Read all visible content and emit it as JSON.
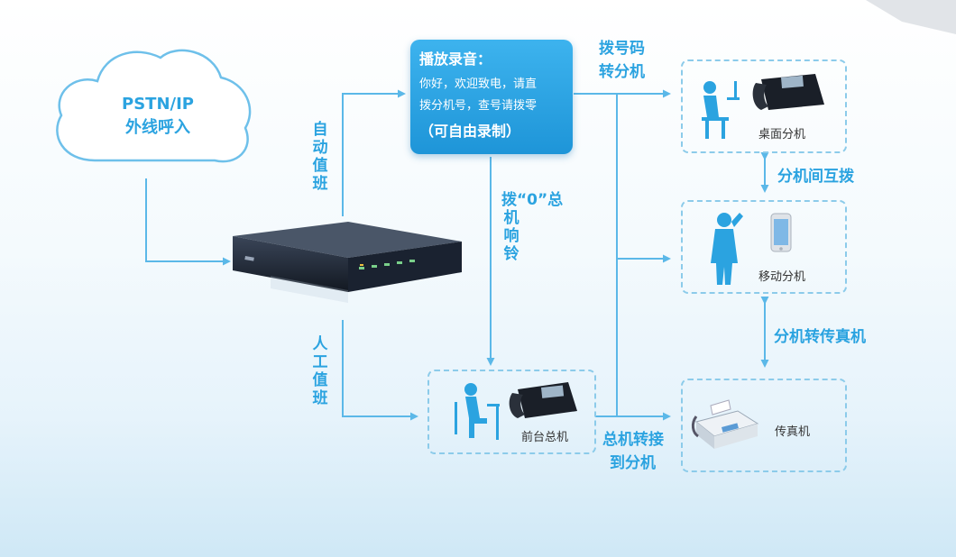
{
  "cloud": {
    "line1": "PSTN/IP",
    "line2": "外线呼入"
  },
  "prompt": {
    "title": "播放录音：",
    "line1": "你好，欢迎致电，请直",
    "line2": "拨分机号，查号请拨零",
    "line3": "（可自由录制）"
  },
  "labels": {
    "auto_attendant": "自动值班",
    "manual_attendant": "人工值班",
    "dial_zero": "拨“0”总机响铃",
    "dial_code_1": "拨号码",
    "dial_code_2": "转分机",
    "ext_mutual": "分机间互拨",
    "ext_to_fax": "分机转传真机",
    "operator_transfer_1": "总机转接",
    "operator_transfer_2": "到分机"
  },
  "endpoints": {
    "desk": "桌面分机",
    "mobile": "移动分机",
    "fax": "传真机",
    "operator": "前台总机"
  },
  "colors": {
    "accent": "#2ba3e0",
    "box_border": "#8ccbea",
    "device": "#1c2533"
  }
}
